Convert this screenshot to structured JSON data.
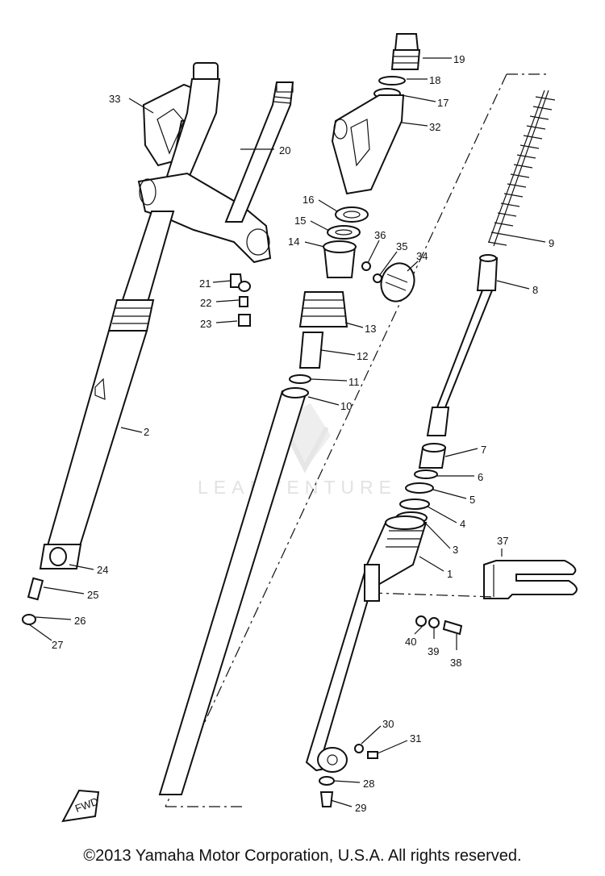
{
  "diagram": {
    "part_labels": [
      "1",
      "2",
      "3",
      "4",
      "5",
      "6",
      "7",
      "8",
      "9",
      "10",
      "11",
      "12",
      "13",
      "14",
      "15",
      "16",
      "17",
      "18",
      "19",
      "20",
      "21",
      "22",
      "23",
      "24",
      "25",
      "26",
      "27",
      "28",
      "29",
      "30",
      "31",
      "32",
      "33",
      "34",
      "35",
      "36",
      "37",
      "38",
      "39",
      "40"
    ],
    "watermark_text": "LEADVENTURE",
    "direction_marker_text": "FWD"
  },
  "footer": {
    "copyright": "©2013 Yamaha Motor Corporation, U.S.A. All rights reserved."
  }
}
